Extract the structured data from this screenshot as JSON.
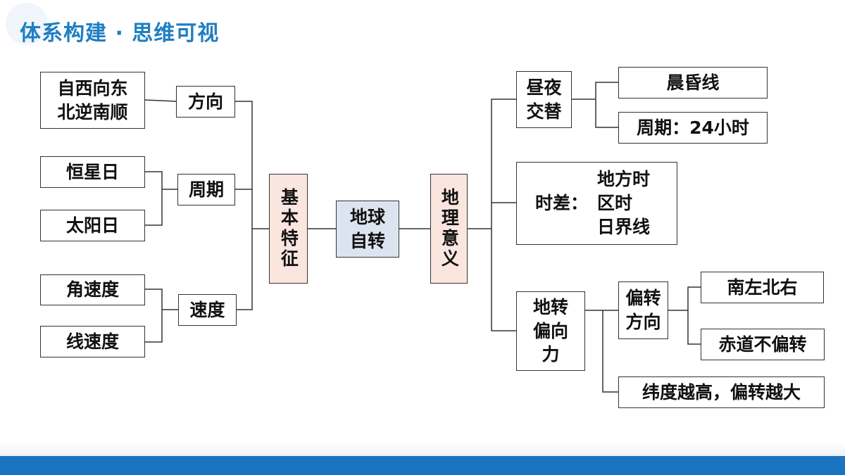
{
  "title": "体系构建 · 思维可视",
  "nodes": {
    "dir_desc": "自西向东\n北逆南顺",
    "direction": "方向",
    "sidereal_day": "恒星日",
    "solar_day": "太阳日",
    "period": "周期",
    "angular_speed": "角速度",
    "linear_speed": "线速度",
    "speed": "速度",
    "basic_features": "基本特征",
    "rotation": "地球\n自转",
    "geo_significance": "地理意义",
    "day_night": "昼夜\n交替",
    "terminator": "晨昏线",
    "day_period": "周期：24小时",
    "time_diff_label": "时差：",
    "time_diff_items": [
      "地方时",
      "区时",
      "日界线"
    ],
    "deflection_force": "地转\n偏向\n力",
    "deflection_dir": "偏转\n方向",
    "south_left_north_right": "南左北右",
    "equator_no_deflect": "赤道不偏转",
    "latitude_rule": "纬度越高，偏转越大"
  },
  "colors": {
    "title": "#1f7ec2",
    "footer": "#1b74c0",
    "pink_fill": "#fae6df",
    "blue_fill": "#dde4f1",
    "line": "#333333"
  }
}
